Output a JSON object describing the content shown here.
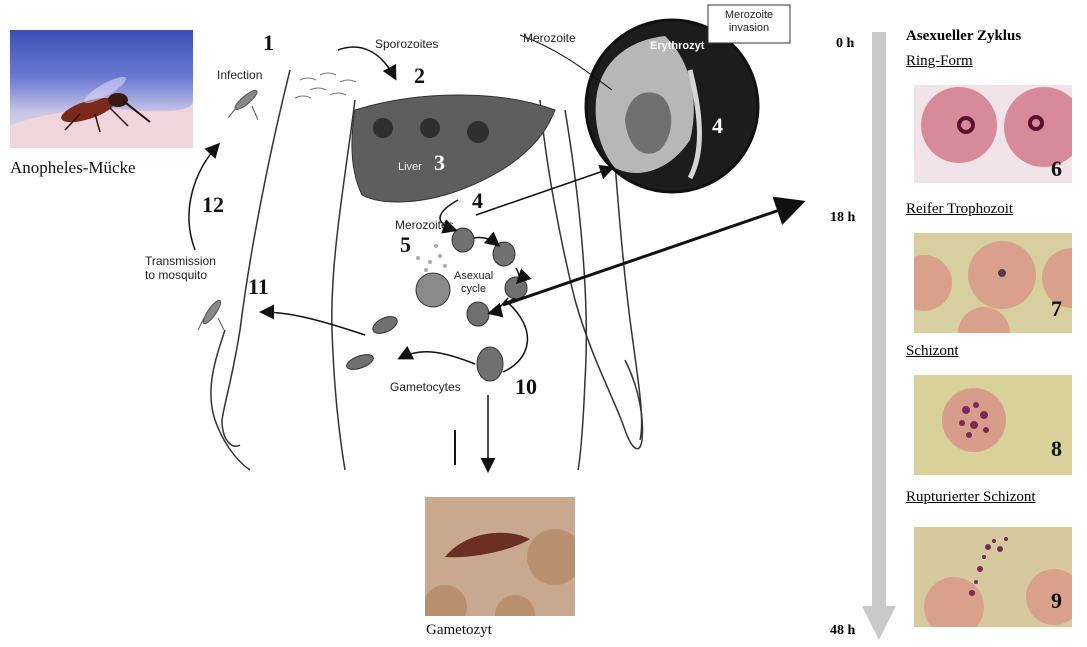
{
  "mosquito": {
    "caption": "Anopheles-Mücke"
  },
  "labels": {
    "infection": "Infection",
    "sporozoites": "Sporozoites",
    "liver": "Liver",
    "merozoites": "Merozoites",
    "asexual_cycle_line1": "Asexual",
    "asexual_cycle_line2": "cycle",
    "gametocytes": "Gametocytes",
    "transmission_line1": "Transmission",
    "transmission_line2": "to mosquito",
    "merozoite": "Merozoite",
    "erythrozyt": "Erythrozyt",
    "merozoite_invasion_line1": "Merozoite",
    "merozoite_invasion_line2": "invasion"
  },
  "numbers": {
    "n1": "1",
    "n2": "2",
    "n3": "3",
    "n4a": "4",
    "n4b": "4",
    "n5": "5",
    "n6": "6",
    "n7": "7",
    "n8": "8",
    "n9": "9",
    "n10": "10",
    "n11": "11",
    "n12": "12"
  },
  "gametozyt": {
    "caption": "Gametozyt"
  },
  "timeline": {
    "title": "Asexueller Zyklus",
    "t0": "0 h",
    "t18": "18 h",
    "t48": "48 h",
    "stages": [
      {
        "label": "Ring-Form",
        "number": "6"
      },
      {
        "label": "Reifer Trophozoit",
        "number": "7"
      },
      {
        "label": "Schizont",
        "number": "8"
      },
      {
        "label": "Rupturierter Schizont",
        "number": "9"
      }
    ]
  }
}
